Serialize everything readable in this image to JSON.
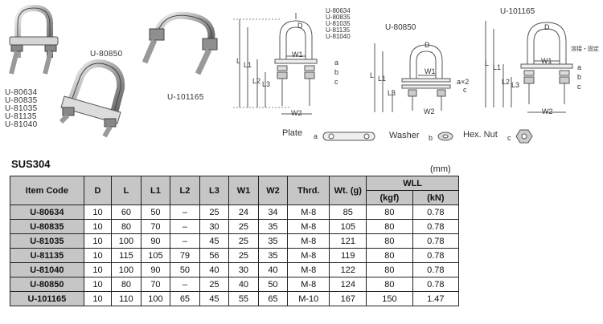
{
  "photo_labels": {
    "group1": [
      "U-80634",
      "U-80835",
      "U-81035",
      "U-81135",
      "U-81040"
    ],
    "single_u80850": "U-80850",
    "single_u101165": "U-101165"
  },
  "diagrams": {
    "d1_codes": [
      "U-80634",
      "U-80835",
      "U-81035",
      "U-81135",
      "U-81040"
    ],
    "d2_code": "U-80850",
    "d3_code": "U-101165",
    "d3_note": "溶接・固定",
    "dims": {
      "D": "D",
      "W1": "W1",
      "W2": "W2",
      "L": "L",
      "L1": "L1",
      "L2": "L2",
      "L3": "L3"
    },
    "parts": {
      "a": "a",
      "b": "b",
      "c": "c",
      "ax2": "a×2"
    }
  },
  "legend": {
    "plate_label": "Plate",
    "plate_letter": "a",
    "washer_label": "Washer",
    "washer_letter": "b",
    "nut_label": "Hex. Nut",
    "nut_letter": "c"
  },
  "table": {
    "series": "SUS304",
    "unit": "(mm)",
    "headers": {
      "item_code": "Item Code",
      "D": "D",
      "L": "L",
      "L1": "L1",
      "L2": "L2",
      "L3": "L3",
      "W1": "W1",
      "W2": "W2",
      "thrd": "Thrd.",
      "wt": "Wt. (g)",
      "wll": "WLL",
      "kgf": "(kgf)",
      "kN": "(kN)"
    },
    "rows": [
      [
        "U-80634",
        "10",
        "60",
        "50",
        "–",
        "25",
        "24",
        "34",
        "M-8",
        "85",
        "80",
        "0.78"
      ],
      [
        "U-80835",
        "10",
        "80",
        "70",
        "–",
        "30",
        "25",
        "35",
        "M-8",
        "105",
        "80",
        "0.78"
      ],
      [
        "U-81035",
        "10",
        "100",
        "90",
        "–",
        "45",
        "25",
        "35",
        "M-8",
        "121",
        "80",
        "0.78"
      ],
      [
        "U-81135",
        "10",
        "115",
        "105",
        "79",
        "56",
        "25",
        "35",
        "M-8",
        "119",
        "80",
        "0.78"
      ],
      [
        "U-81040",
        "10",
        "100",
        "90",
        "50",
        "40",
        "30",
        "40",
        "M-8",
        "122",
        "80",
        "0.78"
      ],
      [
        "U-80850",
        "10",
        "80",
        "70",
        "–",
        "25",
        "40",
        "50",
        "M-8",
        "124",
        "80",
        "0.78"
      ],
      [
        "U-101165",
        "10",
        "110",
        "100",
        "65",
        "45",
        "55",
        "65",
        "M-10",
        "167",
        "150",
        "1.47"
      ]
    ]
  }
}
